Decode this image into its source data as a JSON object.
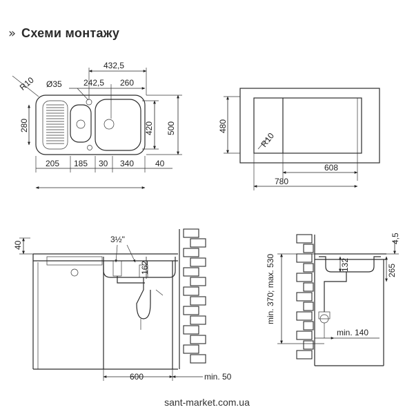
{
  "header": {
    "icon": "double-chevron-icon",
    "title": "Схеми монтажу"
  },
  "top_view": {
    "dim_432_5": "432,5",
    "dim_242_5": "242,5",
    "dim_260": "260",
    "radius": "R10",
    "hole": "Ø35",
    "dim_280": "280",
    "dim_420": "420",
    "dim_500": "500",
    "bottom_dims": [
      "205",
      "185",
      "30",
      "340",
      "40"
    ]
  },
  "cutout_view": {
    "dim_480": "480",
    "radius": "R10",
    "dim_608": "608",
    "dim_780": "780"
  },
  "front_view": {
    "dim_40": "40",
    "pipe_size": "3½\"",
    "dim_162": "162",
    "dim_600": "600",
    "min_50": "min. 50"
  },
  "side_view": {
    "dim_4_5": "4,5",
    "dim_132": "132",
    "dim_265": "265",
    "vertical_range": "min. 370; max. 530",
    "min_140": "min. 140"
  },
  "footer": {
    "watermark": "sant-market.com.ua"
  }
}
